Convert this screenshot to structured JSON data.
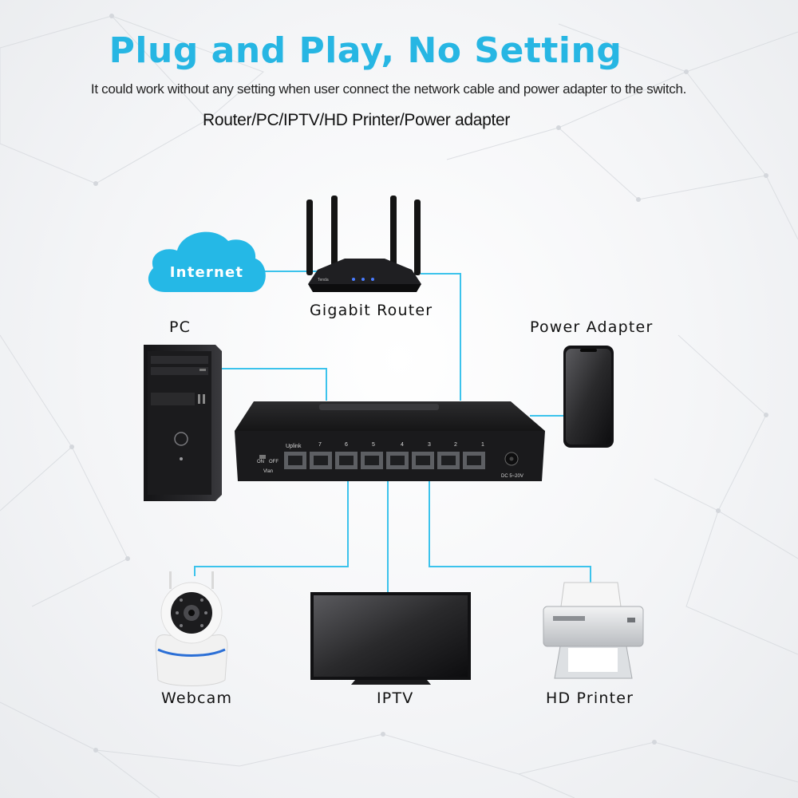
{
  "header": {
    "title": "Plug and Play, No Setting",
    "subtitle": "It could work without any setting when user connect the network cable and power adapter to the switch.",
    "devices_line": "Router/PC/IPTV/HD Printer/Power adapter"
  },
  "nodes": {
    "internet": "Internet",
    "router": "Gigabit Router",
    "pc": "PC",
    "power_adapter": "Power Adapter",
    "webcam": "Webcam",
    "iptv": "IPTV",
    "printer": "HD Printer"
  },
  "switch_panel": {
    "uplink": "Uplink",
    "ports": [
      "7",
      "6",
      "5",
      "4",
      "3",
      "2",
      "1"
    ],
    "on": "ON",
    "off": "OFF",
    "vlan": "Vlan",
    "dc": "DC 5~20V"
  },
  "router_brand": "Tenda",
  "colors": {
    "accent": "#27b6e3",
    "cable": "#3cc3ec",
    "device_dark": "#1c1c1e"
  },
  "icons": [
    "cloud-icon",
    "router-icon",
    "pc-tower-icon",
    "switch-icon",
    "phone-icon",
    "webcam-icon",
    "tv-icon",
    "printer-icon"
  ]
}
